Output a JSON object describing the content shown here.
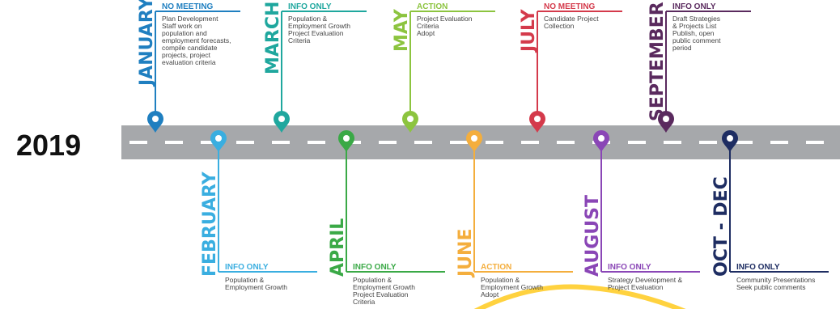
{
  "year": "2019",
  "colors": {
    "road": "#a6a8ab",
    "dash": "#ffffff",
    "highlight": "#ffd23f"
  },
  "milestones": [
    {
      "id": "january",
      "month": "JANUARY",
      "status": "NO MEETING",
      "lines": [
        "Plan Development",
        "Staff work on",
        "population and",
        "employment forecasts,",
        "compile candidate",
        "projects, project",
        "evaluation criteria"
      ],
      "color": "#1f7fc0",
      "side": "top"
    },
    {
      "id": "february",
      "month": "FEBRUARY",
      "status": "INFO ONLY",
      "lines": [
        "Population &",
        "Employment Growth"
      ],
      "color": "#3aaee0",
      "side": "bottom"
    },
    {
      "id": "march",
      "month": "MARCH",
      "status": "INFO ONLY",
      "lines": [
        "Population &",
        "Employment Growth",
        "Project Evaluation",
        "Criteria"
      ],
      "color": "#1fa79e",
      "side": "top"
    },
    {
      "id": "april",
      "month": "APRIL",
      "status": "INFO ONLY",
      "lines": [
        "Population &",
        "Employment Growth",
        "Project Evaluation",
        "Criteria"
      ],
      "color": "#3aa946",
      "side": "bottom"
    },
    {
      "id": "may",
      "month": "MAY",
      "status": "ACTION",
      "lines": [
        "Project Evaluation",
        "Criteria",
        "Adopt"
      ],
      "color": "#8cc43f",
      "side": "top"
    },
    {
      "id": "june",
      "month": "JUNE",
      "status": "ACTION",
      "lines": [
        "Population &",
        "Employment Growth",
        "Adopt"
      ],
      "color": "#f4ae3d",
      "side": "bottom"
    },
    {
      "id": "july",
      "month": "JULY",
      "status": "NO MEETING",
      "lines": [
        "Candidate Project",
        "Collection"
      ],
      "color": "#d43a4b",
      "side": "top"
    },
    {
      "id": "august",
      "month": "AUGUST",
      "status": "INFO ONLY",
      "lines": [
        "Strategy Development &",
        "Project Evaluation"
      ],
      "color": "#8a46b6",
      "side": "bottom"
    },
    {
      "id": "september",
      "month": "SEPTEMBER",
      "status": "INFO ONLY",
      "lines": [
        "Draft Strategies",
        "& Projects List",
        "Publish, open",
        "public comment",
        "period"
      ],
      "color": "#5a2a5e",
      "side": "top"
    },
    {
      "id": "oct-dec",
      "month": "OCT - DEC",
      "status": "INFO ONLY",
      "lines": [
        "Community Presentations",
        "Seek public comments"
      ],
      "color": "#1e2d62",
      "side": "bottom"
    }
  ]
}
